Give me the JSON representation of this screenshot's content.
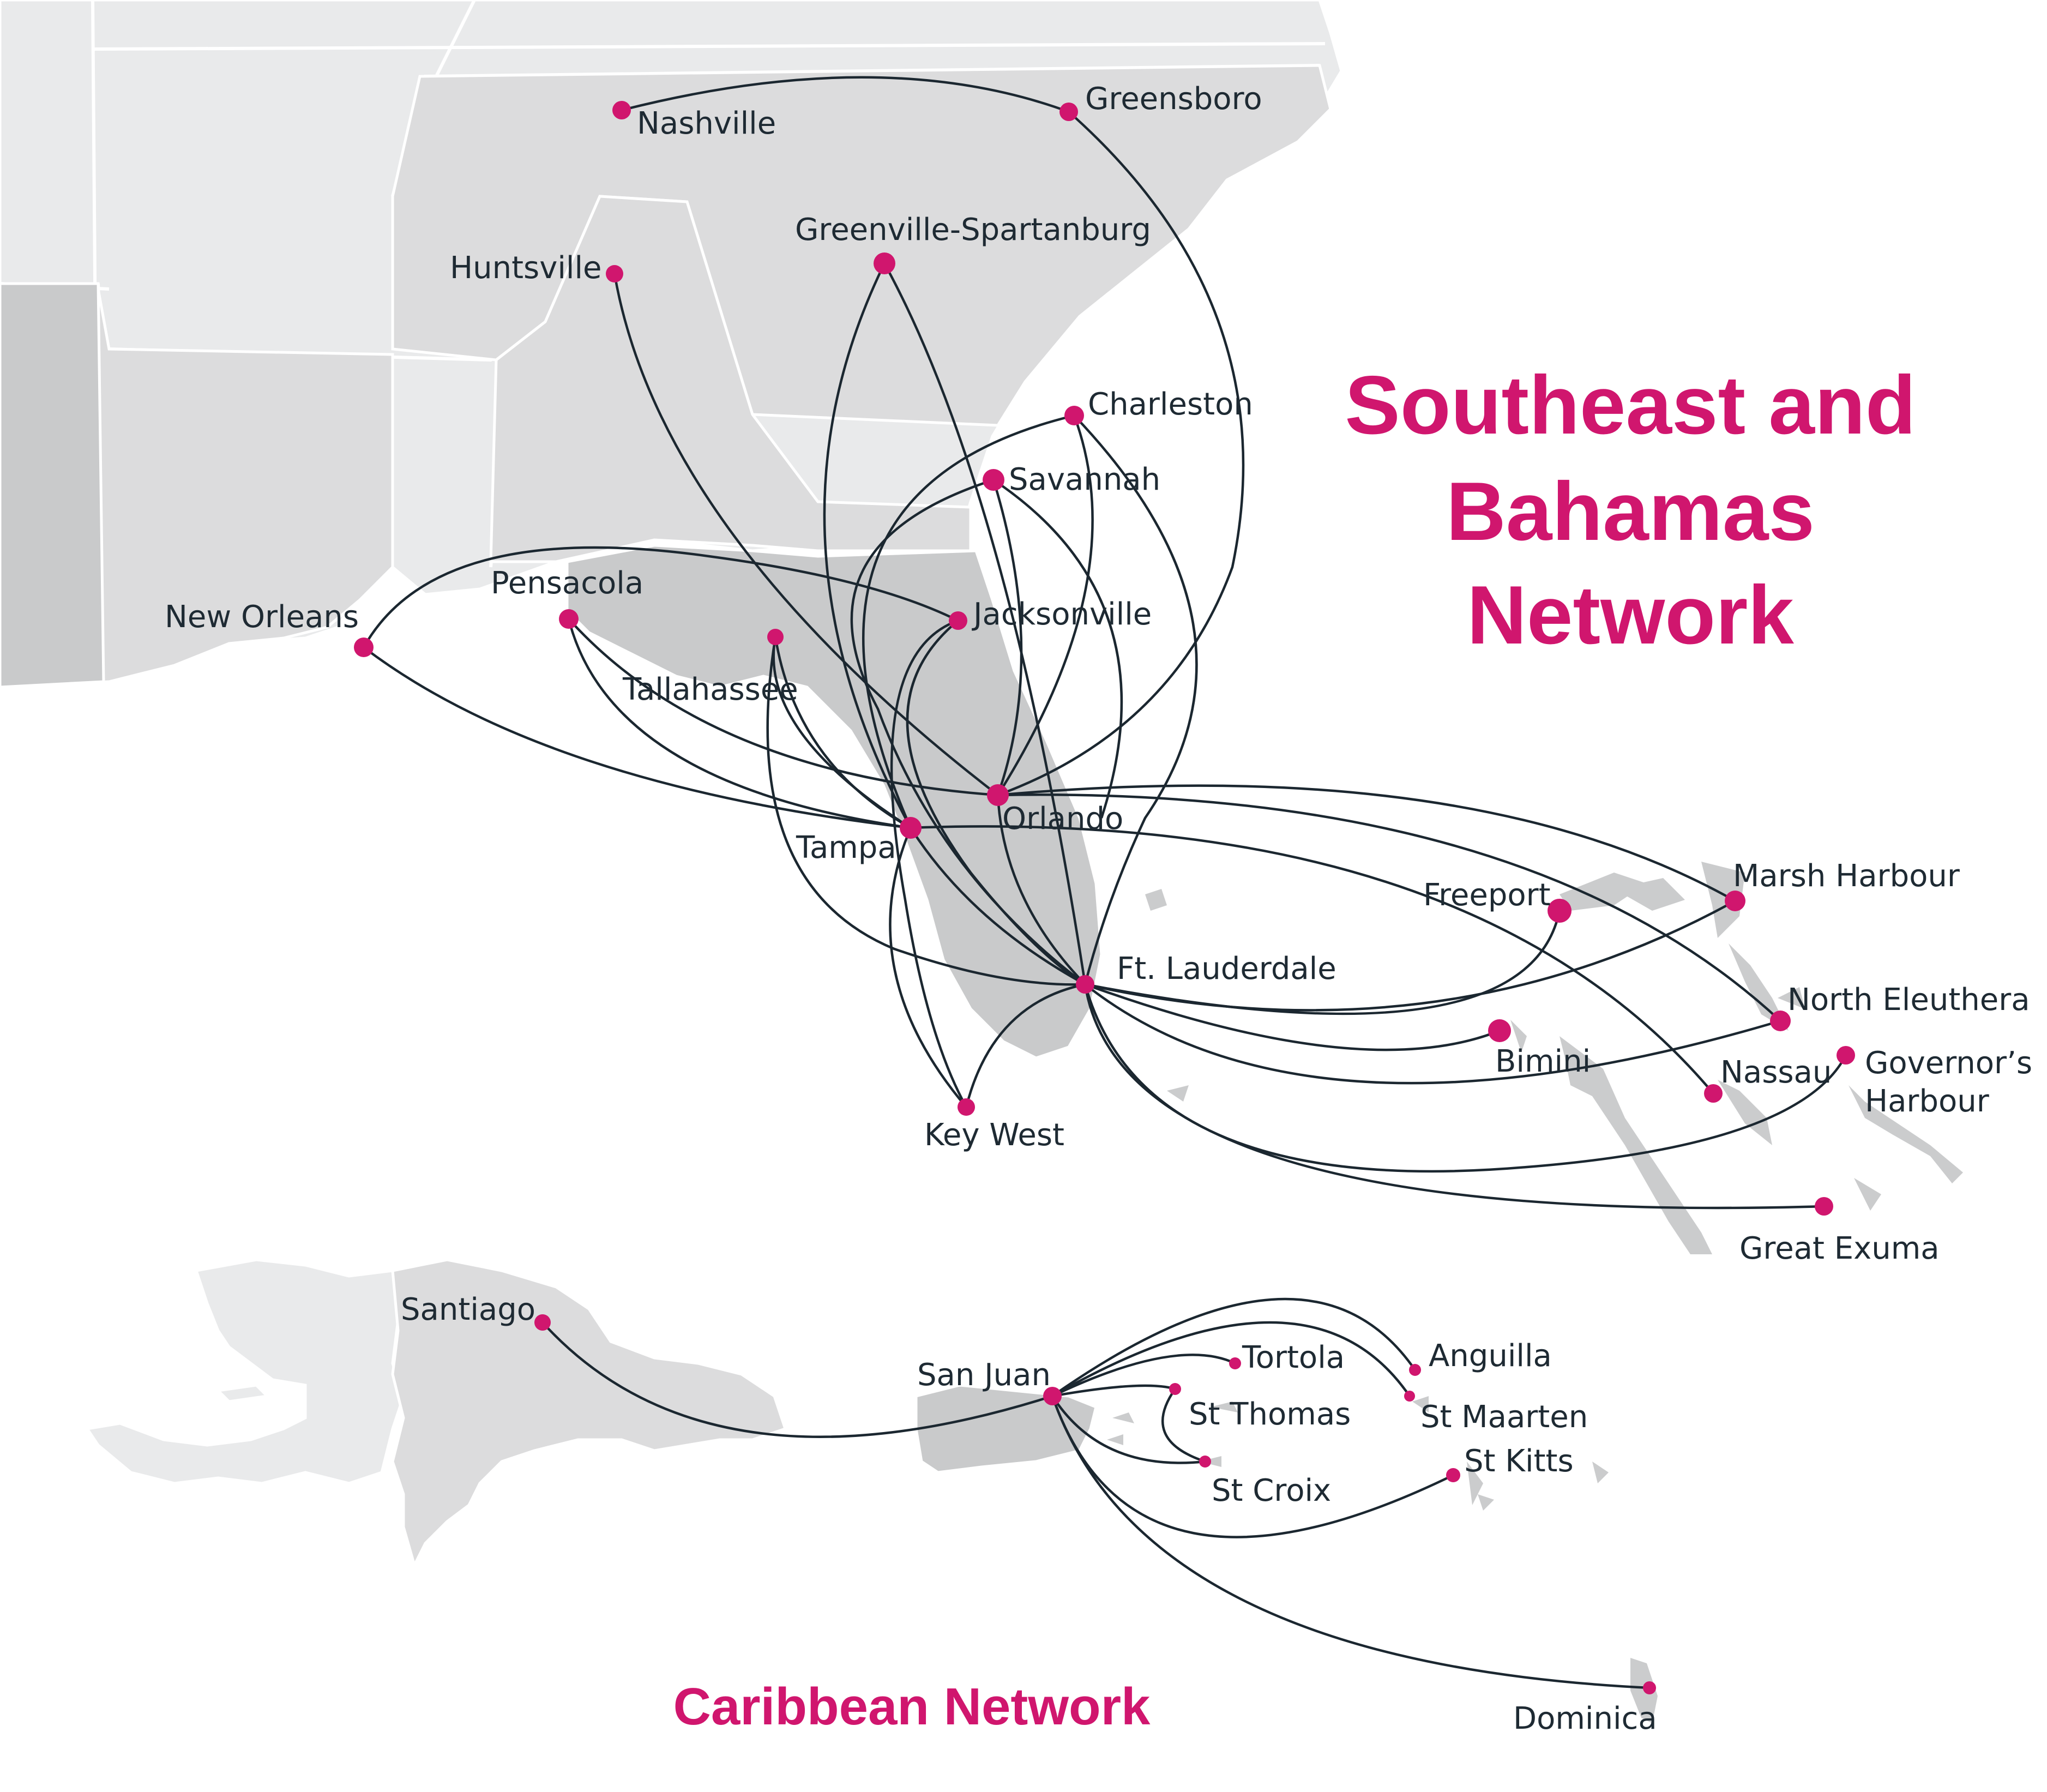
{
  "titles": {
    "main_line1": "Southeast and",
    "main_line2": "Bahamas",
    "main_line3": "Network",
    "caribbean": "Caribbean Network"
  },
  "colors": {
    "accent": "#d0166e",
    "route": "#1b2730",
    "land_light": "#e9eaeb",
    "land_mid": "#dcdcdd",
    "land_dark": "#c9cacb",
    "water": "#ffffff"
  },
  "cities": {
    "nashville": "Nashville",
    "greensboro": "Greensboro",
    "huntsville": "Huntsville",
    "greenville": "Greenville-Spartanburg",
    "charleston": "Charleston",
    "savannah": "Savannah",
    "new_orleans": "New Orleans",
    "pensacola": "Pensacola",
    "jacksonville": "Jacksonville",
    "tallahassee": "Tallahassee",
    "orlando": "Orlando",
    "tampa": "Tampa",
    "marsh_harbour": "Marsh Harbour",
    "freeport": "Freeport",
    "ft_lauderdale": "Ft. Lauderdale",
    "north_eleuthera": "North Eleuthera",
    "bimini": "Bimini",
    "nassau": "Nassau",
    "governors_harbour_1": "Governor’s",
    "governors_harbour_2": "Harbour",
    "key_west": "Key West",
    "great_exuma": "Great Exuma",
    "santiago": "Santiago",
    "san_juan": "San Juan",
    "tortola": "Tortola",
    "anguilla": "Anguilla",
    "st_thomas": "St Thomas",
    "st_maarten": "St Maarten",
    "st_croix": "St Croix",
    "st_kitts": "St Kitts",
    "dominica": "Dominica"
  }
}
